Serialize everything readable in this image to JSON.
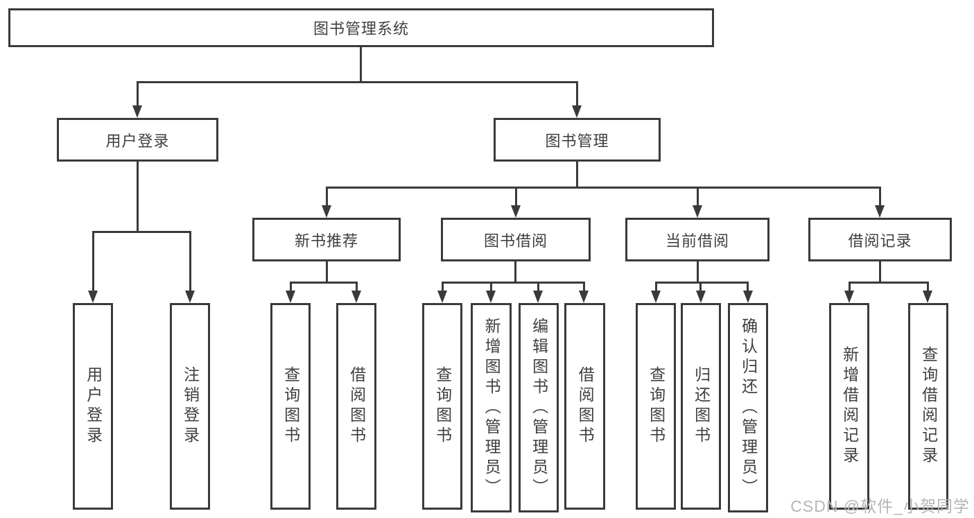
{
  "tree": {
    "root": {
      "label": "图书管理系统"
    },
    "branches": [
      {
        "label": "用户登录",
        "children": [
          {
            "label": "用户登录"
          },
          {
            "label": "注销登录"
          }
        ]
      },
      {
        "label": "图书管理",
        "children": [
          {
            "label": "新书推荐",
            "children": [
              {
                "label": "查询图书"
              },
              {
                "label": "借阅图书"
              }
            ]
          },
          {
            "label": "图书借阅",
            "children": [
              {
                "label": "查询图书"
              },
              {
                "label": "新增图书（管理员）"
              },
              {
                "label": "编辑图书（管理员）"
              },
              {
                "label": "借阅图书"
              }
            ]
          },
          {
            "label": "当前借阅",
            "children": [
              {
                "label": "查询图书"
              },
              {
                "label": "归还图书"
              },
              {
                "label": "确认归还（管理员）"
              }
            ]
          },
          {
            "label": "借阅记录",
            "children": [
              {
                "label": "新增借阅记录"
              },
              {
                "label": "查询借阅记录"
              }
            ]
          }
        ]
      }
    ]
  },
  "watermark": {
    "text": "CSDN @软件_小贺同学"
  },
  "colors": {
    "line": "#3a3a3a",
    "text": "#3f3f3f",
    "watermark": "#b5b5b5",
    "background": "#ffffff"
  }
}
